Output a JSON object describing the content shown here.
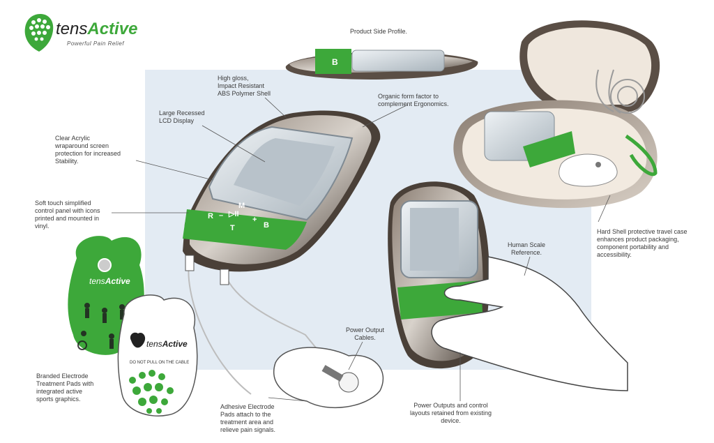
{
  "brand": {
    "name_light": "tens",
    "name_bold": "Active",
    "tagline": "Powerful Pain Relief",
    "green": "#3da83a",
    "dark": "#5a4e45"
  },
  "device": {
    "keys": [
      "R",
      "–",
      "▷II",
      "M",
      "+",
      "B",
      "T"
    ],
    "side_key": "B"
  },
  "pads": {
    "warning": "DO NOT PULL ON THE CABLE"
  },
  "annotations": {
    "side_profile": "Product Side Profile.",
    "high_gloss": [
      "High gloss,",
      "Impact Resistant",
      "ABS Polymer Shell"
    ],
    "organic": [
      "Organic form factor to",
      "complement Ergonomics."
    ],
    "lcd": [
      "Large Recessed",
      "LCD Display"
    ],
    "acrylic": [
      "Clear Acrylic",
      "wraparound screen",
      "protection for increased",
      "Stability."
    ],
    "soft_touch": [
      "Soft touch simplified",
      "control panel with icons",
      "printed and mounted in",
      "vinyl."
    ],
    "hard_shell": [
      "Hard Shell protective travel case",
      "enhances product packaging,",
      "component portability and",
      "accessibility."
    ],
    "human_scale": [
      "Human Scale",
      "Reference."
    ],
    "power_cables": [
      "Power Output",
      "Cables."
    ],
    "branded_pads": [
      "Branded Electrode",
      "Treatment Pads with",
      "integrated active",
      "sports graphics."
    ],
    "adhesive": [
      "Adhesive Electrode",
      "Pads attach to the",
      "treatment area and",
      "relieve pain signals."
    ],
    "power_outputs": [
      "Power Outputs and control",
      "layouts retained from existing",
      "device."
    ]
  }
}
